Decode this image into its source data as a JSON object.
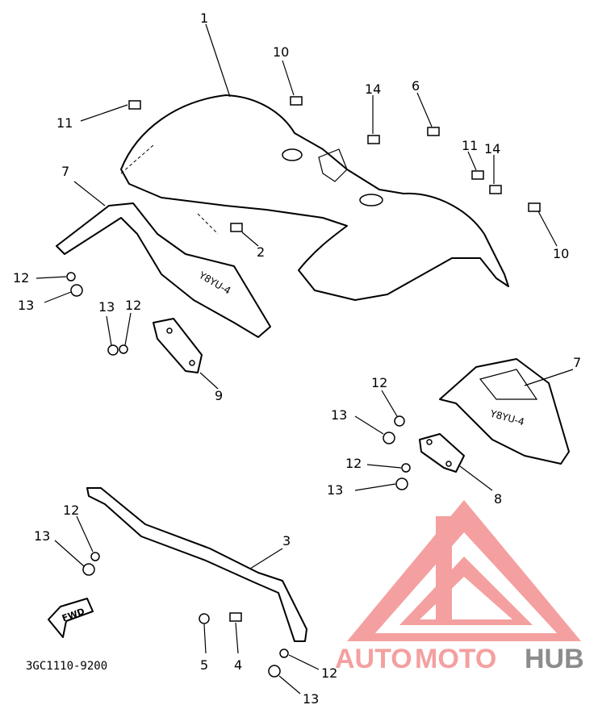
{
  "diagram": {
    "part_code": "3GC1110-9200",
    "fwd_label": "FWD",
    "mudflap_text": "Y8YU-4",
    "watermark": {
      "text_auto": "AUTO",
      "text_moto": "MOTO",
      "text_hub": "HUB",
      "color_primary": "#f4a0a0",
      "color_secondary": "#8c8c8c"
    },
    "callouts": [
      {
        "id": "c1",
        "text": "1"
      },
      {
        "id": "c2",
        "text": "2"
      },
      {
        "id": "c3",
        "text": "3"
      },
      {
        "id": "c4",
        "text": "4"
      },
      {
        "id": "c5",
        "text": "5"
      },
      {
        "id": "c6",
        "text": "6"
      },
      {
        "id": "c7a",
        "text": "7"
      },
      {
        "id": "c7b",
        "text": "7"
      },
      {
        "id": "c8",
        "text": "8"
      },
      {
        "id": "c9",
        "text": "9"
      },
      {
        "id": "c10a",
        "text": "10"
      },
      {
        "id": "c10b",
        "text": "10"
      },
      {
        "id": "c11a",
        "text": "11"
      },
      {
        "id": "c11b",
        "text": "11"
      },
      {
        "id": "c12a",
        "text": "12"
      },
      {
        "id": "c12b",
        "text": "12"
      },
      {
        "id": "c12c",
        "text": "12"
      },
      {
        "id": "c12d",
        "text": "12"
      },
      {
        "id": "c12e",
        "text": "12"
      },
      {
        "id": "c12f",
        "text": "12"
      },
      {
        "id": "c13a",
        "text": "13"
      },
      {
        "id": "c13b",
        "text": "13"
      },
      {
        "id": "c13c",
        "text": "13"
      },
      {
        "id": "c13d",
        "text": "13"
      },
      {
        "id": "c13e",
        "text": "13"
      },
      {
        "id": "c13f",
        "text": "13"
      },
      {
        "id": "c14a",
        "text": "14"
      },
      {
        "id": "c14b",
        "text": "14"
      }
    ]
  }
}
